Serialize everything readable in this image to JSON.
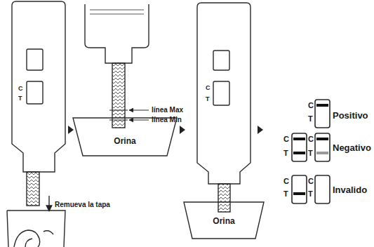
{
  "diagram": {
    "nodes": [
      {
        "text": [
          "C",
          "T"
        ]
      },
      {
        "text": [
          "Orina"
        ]
      },
      {
        "text": [
          "C",
          "T"
        ]
      },
      {
        "text": [
          "Orina"
        ]
      }
    ],
    "labels": [
      "Remueva la tapa",
      "línea Max",
      "línea Min",
      "C",
      "T",
      "Positivo",
      "C",
      "T",
      "C",
      "T",
      "Negativo",
      "C",
      "T",
      "C",
      "T",
      "Invalido"
    ]
  }
}
